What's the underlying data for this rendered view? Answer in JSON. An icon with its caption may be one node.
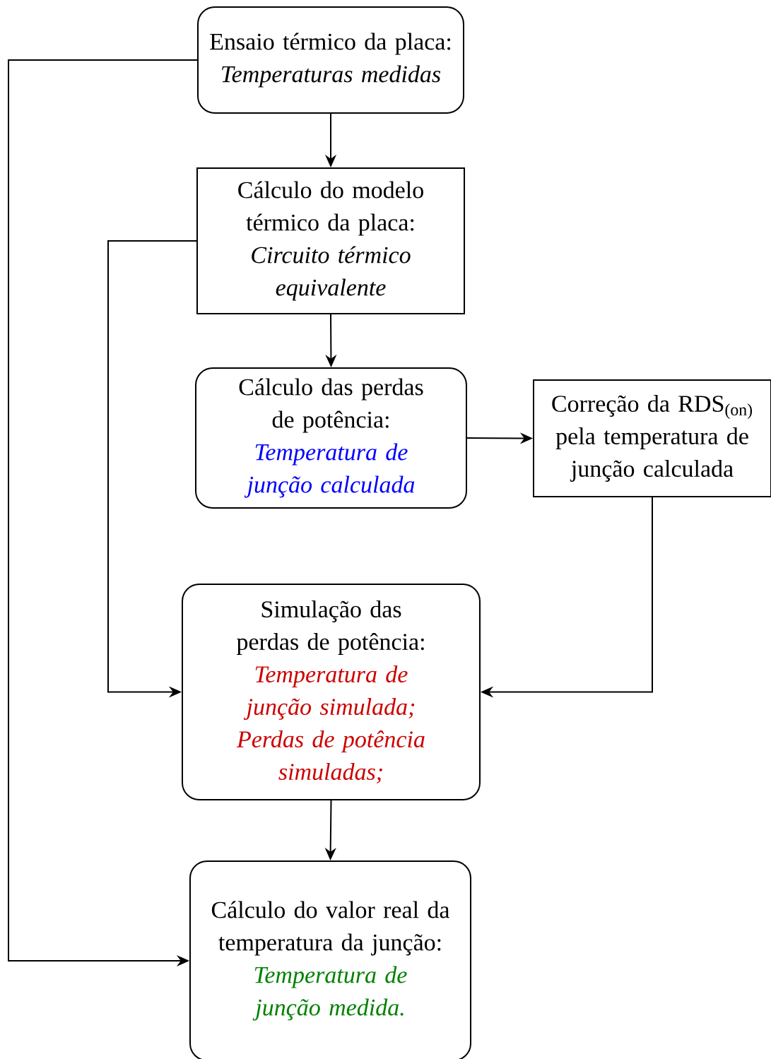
{
  "diagram": {
    "nodes": [
      {
        "text": [
          "Ensaio térmico da placa: *Temperaturas medidas*"
        ]
      },
      {
        "text": [
          "Cálculo do modelo térmico da placa:",
          "Circuito térmico equivalente"
        ]
      },
      {
        "text": [
          "Cálculo das perdas de potência:",
          "Temperatura de junção calculada"
        ]
      },
      {
        "text": [
          "Correção da RDS$_{(on)}$ pela temperatura de junção calculada"
        ]
      },
      {
        "text": [
          "Simulação das perdas de potência:",
          "Temperatura de junção simulada;",
          "Perdas de potência simuladas;"
        ]
      },
      {
        "text": [
          "Cálculo do valor real da temperatura da junção:",
          "Temperatura de junção medida."
        ]
      }
    ],
    "edges": [
      {
        "from": 0,
        "to": 1,
        "arrow": "to"
      },
      {
        "from": 1,
        "to": 2,
        "arrow": "to"
      },
      {
        "from": 2,
        "to": 3,
        "arrow": "to"
      },
      {
        "from": 3,
        "to": 4,
        "arrow": "to"
      },
      {
        "from": 1,
        "to": 4,
        "arrow": "to"
      },
      {
        "from": 4,
        "to": 5,
        "arrow": "to"
      },
      {
        "from": 0,
        "to": 5,
        "arrow": "to"
      }
    ]
  }
}
